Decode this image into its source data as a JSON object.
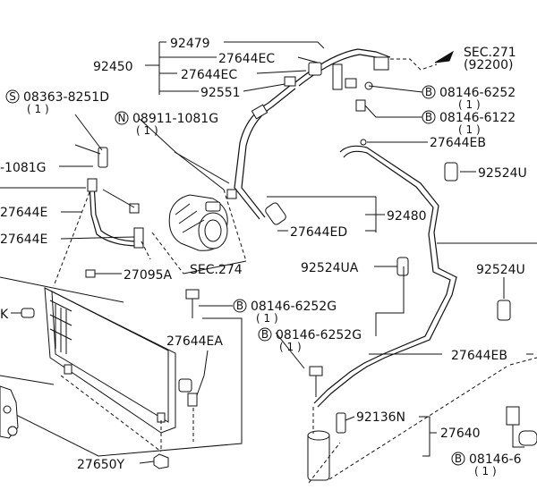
{
  "labels": {
    "p92479": "92479",
    "p27644ec_a": "27644EC",
    "p92450": "92450",
    "p27644ec_b": "27644EC",
    "p92551": "92551",
    "sec271": "SEC.271",
    "sec271_sub": "(92200)",
    "b08146_6252_top": "08146-6252",
    "b08146_6252_top_q": "( 1 )",
    "b08146_6122": "08146-6122",
    "b08146_6122_q": "( 1 )",
    "p27644eb_top": "27644EB",
    "s08363": "08363-8251D",
    "s08363_q": "( 1 )",
    "n08911": "08911-1081G",
    "n08911_q": "( 1 )",
    "left_1081g": "-1081G",
    "p92524u_top": "92524U",
    "p27644e_a": "27644E",
    "p92480": "92480",
    "p27644e_b": "27644E",
    "p27644ed": "27644ED",
    "sec274": "SEC.274",
    "p27095a": "27095A",
    "p92524ua": "92524UA",
    "p92524u_mid": "92524U",
    "b08146_6252g_a": "08146-6252G",
    "b08146_6252g_a_q": "( 1 )",
    "b08146_6252g_b": "08146-6252G",
    "b08146_6252g_b_q": "( 1 )",
    "p27644ea": "27644EA",
    "p27644eb_bot": "27644EB",
    "p92136n": "92136N",
    "p27640": "27640",
    "p27650y": "27650Y",
    "b08146_bot": "08146-6",
    "b08146_bot_q": "( 1 )",
    "sym_s": "S",
    "sym_n": "N",
    "sym_b": "B",
    "left_k": "K"
  }
}
